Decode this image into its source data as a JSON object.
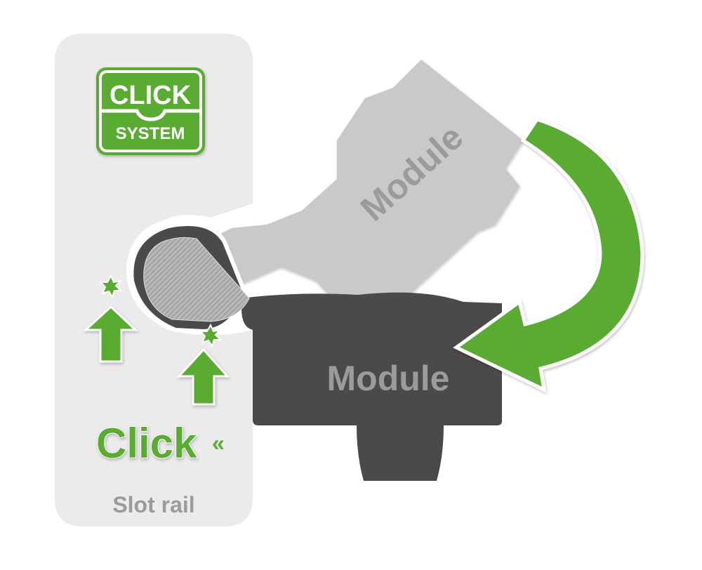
{
  "logo": {
    "line1": "CLICK",
    "line2": "SYSTEM"
  },
  "labels": {
    "module_rotated": "Module",
    "module_seated": "Module",
    "click": "Click",
    "click_mark": "«",
    "slot_rail": "Slot rail"
  },
  "colors": {
    "green": "#5aab32",
    "rail": "#ebebeb",
    "module_light": "#c9c9c9",
    "module_dark": "#4a4a4a",
    "text_gray": "#9b9b9b"
  }
}
